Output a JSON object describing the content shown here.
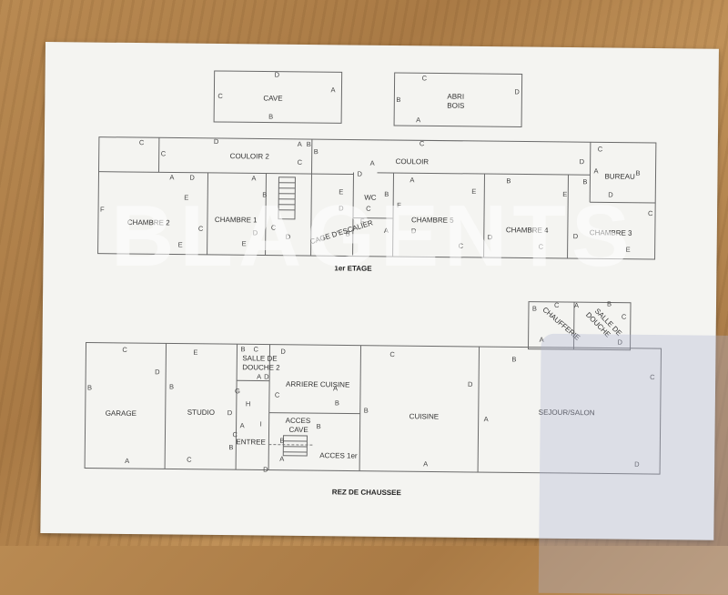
{
  "watermark": "BLAGENTS",
  "floors": {
    "first": "1er ETAGE",
    "ground": "REZ DE CHAUSSEE"
  },
  "rooms": {
    "cave": "CAVE",
    "abri_1": "ABRI",
    "abri_2": "BOIS",
    "couloir2": "COULOIR 2",
    "couloir": "COULOIR",
    "bureau": "BUREAU",
    "chambre2": "CHAMBRE 2",
    "chambre1": "CHAMBRE 1",
    "cage": "CAGE D'ESCALIER",
    "wc": "WC",
    "chambre5": "CHAMBRE 5",
    "chambre4": "CHAMBRE 4",
    "chambre3": "CHAMBRE 3",
    "chaufferie": "CHAUFFERIE",
    "salle_douche_1": "SALLE DE",
    "salle_douche_2": "DOUCHE",
    "garage": "GARAGE",
    "studio": "STUDIO",
    "sdd2_1": "SALLE DE",
    "sdd2_2": "DOUCHE 2",
    "arriere": "ARRIERE CUISINE",
    "cuisine": "CUISINE",
    "sejour": "SEJOUR/SALON",
    "acces_cave_1": "ACCES",
    "acces_cave_2": "CAVE",
    "entree": "ENTREE",
    "acces1": "ACCES 1er"
  },
  "letters": {
    "A": "A",
    "B": "B",
    "C": "C",
    "D": "D",
    "E": "E",
    "F": "F",
    "G": "G",
    "H": "H",
    "I": "I"
  }
}
